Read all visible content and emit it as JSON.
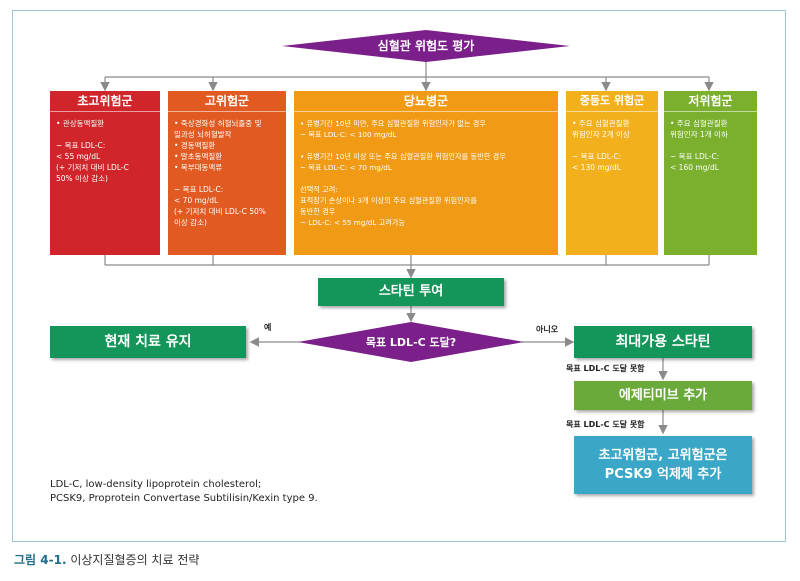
{
  "title": "심혈관 위험도 평가",
  "categories": [
    {
      "id": "very_high",
      "name": "초고위험군",
      "color": "#d0262b",
      "body": "• 관상동맥질환\n\n~ 목표 LDL-C:\n< 55 mg/dL\n(+ 기저치 대비 LDL-C\n50% 이상 감소)"
    },
    {
      "id": "high",
      "name": "고위험군",
      "color": "#e05a22",
      "body": "• 죽상경화성 허혈뇌졸중 및\n  일과성 뇌허혈발작\n• 경동맥질환\n• 말초동맥질환\n• 복부대동맥류\n\n~ 목표 LDL-C:\n< 70 mg/dL\n(+ 기저치 대비 LDL-C 50%\n이상 감소)"
    },
    {
      "id": "diabetes",
      "name": "당뇨병군",
      "color": "#f09a16",
      "body": "• 유병기간 10년 미만, 주요 심혈관질환 위험인자가 없는 경우\n~ 목표 LDL-C: < 100 mg/dL\n\n• 유병기간 10년 이상 또는 주요 심혈관질환 위험인자를 동반한 경우\n~ 목표 LDL-C: < 70 mg/dL\n\n선택적 고려:\n표적장기 손상이나 3개 이상의 주요 심혈관질환 위험인자를\n동반한 경우\n~  LDL-C: < 55 mg/dL 고려가능"
    },
    {
      "id": "moderate",
      "name": "중등도 위험군",
      "color": "#f2b01c",
      "body": "• 주요 심혈관질환\n  위험인자 2개 이상\n\n~ 목표 LDL-C:\n< 130 mg/dL"
    },
    {
      "id": "low",
      "name": "저위험군",
      "color": "#7ab02e",
      "body": "• 주요 심혈관질환\n  위험인자 1개 이하\n\n~ 목표 LDL-C:\n< 160 mg/dL"
    }
  ],
  "statin": "스타틴 투여",
  "decision": "목표 LDL-C 도달?",
  "yes": "예",
  "no": "아니오",
  "maintain": "현재 치료 유지",
  "max_statin": "최대가용 스타틴",
  "not_reached_1": "목표 LDL-C 도달 못함",
  "ezetimibe": "에제티미브 추가",
  "not_reached_2": "목표 LDL-C 도달 못함",
  "pcsk9": "초고위험군, 고위험군은\nPCSK9 억제제 추가",
  "notes": [
    "LDL-C, low-density lipoprotein cholesterol;",
    "PCSK9, Proprotein Convertase Subtilisin/Kexin type 9."
  ],
  "caption_label": "그림 4-1.",
  "caption_text": "이상지질혈증의 치료 전략",
  "colors": {
    "purple": "#7b1f8a",
    "green": "#14955a",
    "lightgreen": "#6aaa3a",
    "blue": "#3aa7c8",
    "frame": "#9fc7d4",
    "caption": "#1f6d8a"
  }
}
